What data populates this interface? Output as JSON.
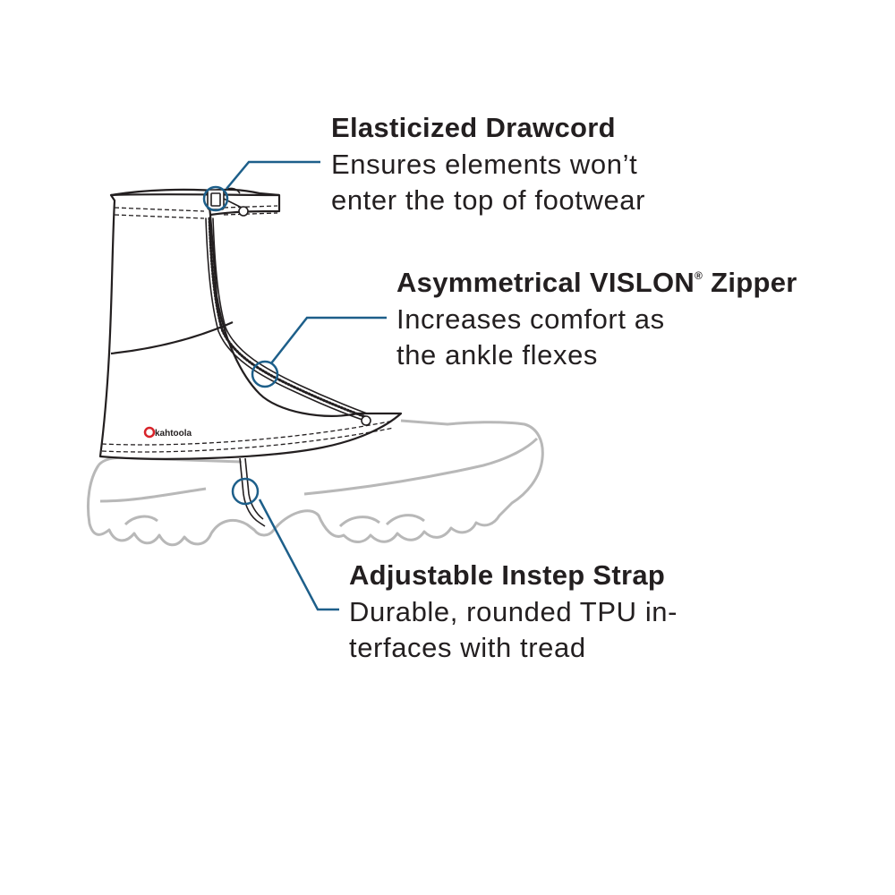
{
  "colors": {
    "accent": "#1d5f8a",
    "line": "#231f20",
    "boot": "#b8b8b8",
    "logo_mark": "#d8232a"
  },
  "brand": {
    "logo_text": "kahtoola"
  },
  "callouts": {
    "drawcord": {
      "title": "Elasticized Drawcord",
      "desc_line1": "Ensures elements won’t",
      "desc_line2": "enter the top of footwear"
    },
    "zipper": {
      "title_main": "Asymmetrical VISLON",
      "title_mark": "®",
      "title_end": " Zipper",
      "desc_line1": "Increases comfort as",
      "desc_line2": "the ankle flexes"
    },
    "strap": {
      "title": "Adjustable Instep Strap",
      "desc_line1": "Durable, rounded TPU in-",
      "desc_line2": "terfaces with tread"
    }
  }
}
